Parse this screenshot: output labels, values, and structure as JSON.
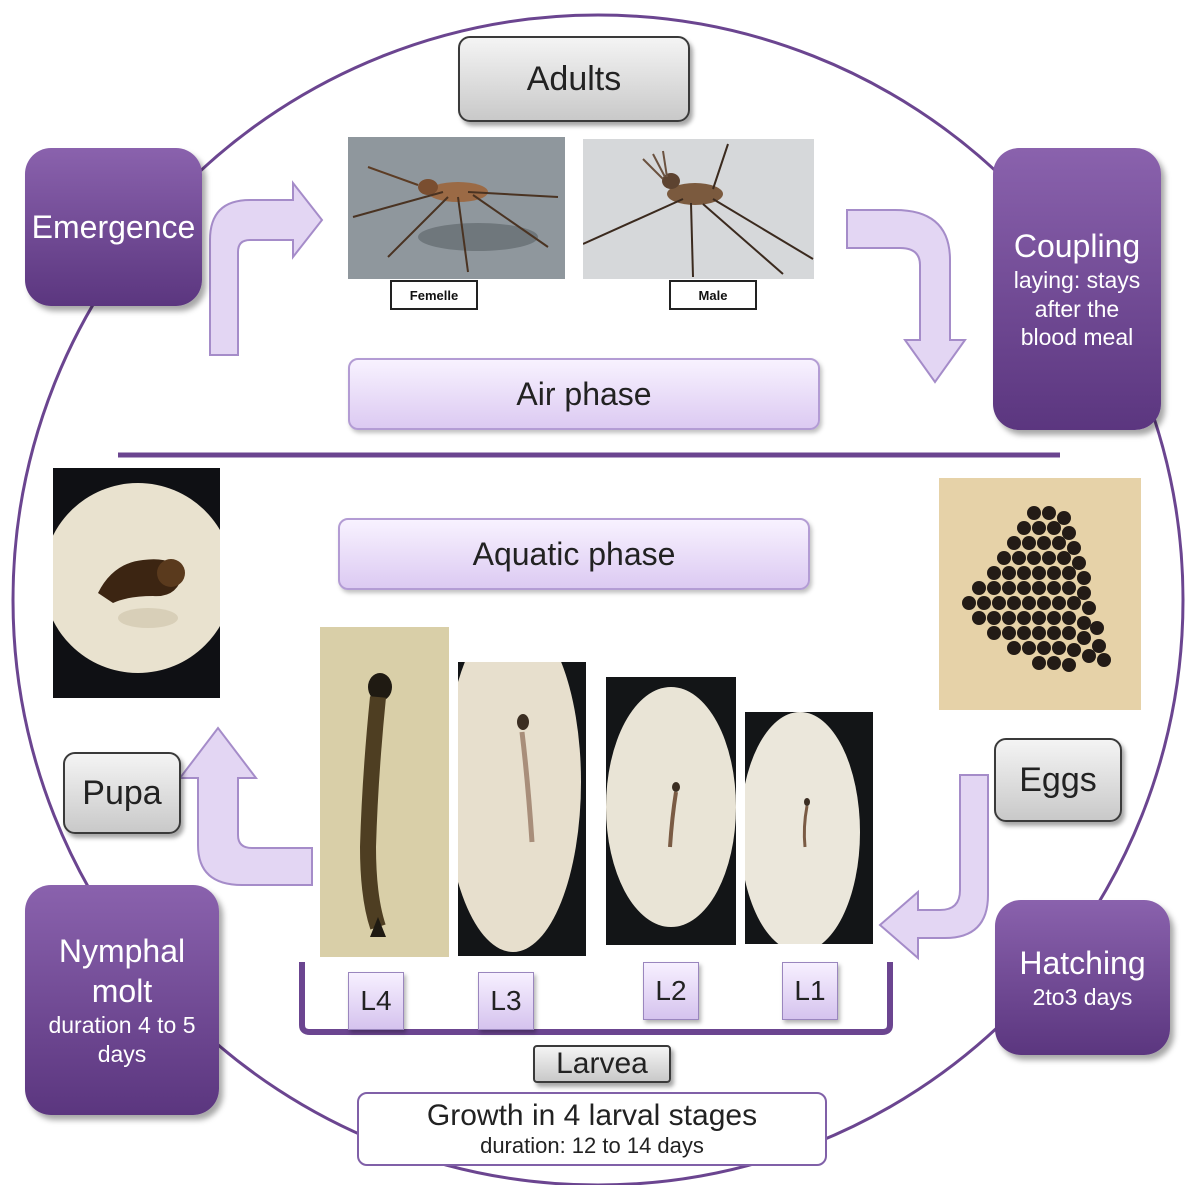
{
  "adults": "Adults",
  "female_label": "Femelle",
  "male_label": "Male",
  "emergence": "Emergence",
  "coupling": {
    "title": "Coupling",
    "line1": "laying: stays",
    "line2": "after the",
    "line3": "blood meal"
  },
  "air_phase": "Air phase",
  "aquatic_phase": "Aquatic phase",
  "pupa": "Pupa",
  "eggs": "Eggs",
  "nymphal": {
    "line1": "Nymphal",
    "line2": "molt",
    "line3": "duration 4 to 5",
    "line4": "days"
  },
  "hatching": {
    "title": "Hatching",
    "sub": "2to3 days"
  },
  "stages": [
    "L4",
    "L3",
    "L2",
    "L1"
  ],
  "larvea": "Larvea",
  "growth": {
    "title": "Growth in 4 larval stages",
    "sub": "duration: 12 to 14 days"
  },
  "colors": {
    "purple": "#6b4590",
    "arrow_fill": "#e3d6f3",
    "line": "#6b4590"
  }
}
